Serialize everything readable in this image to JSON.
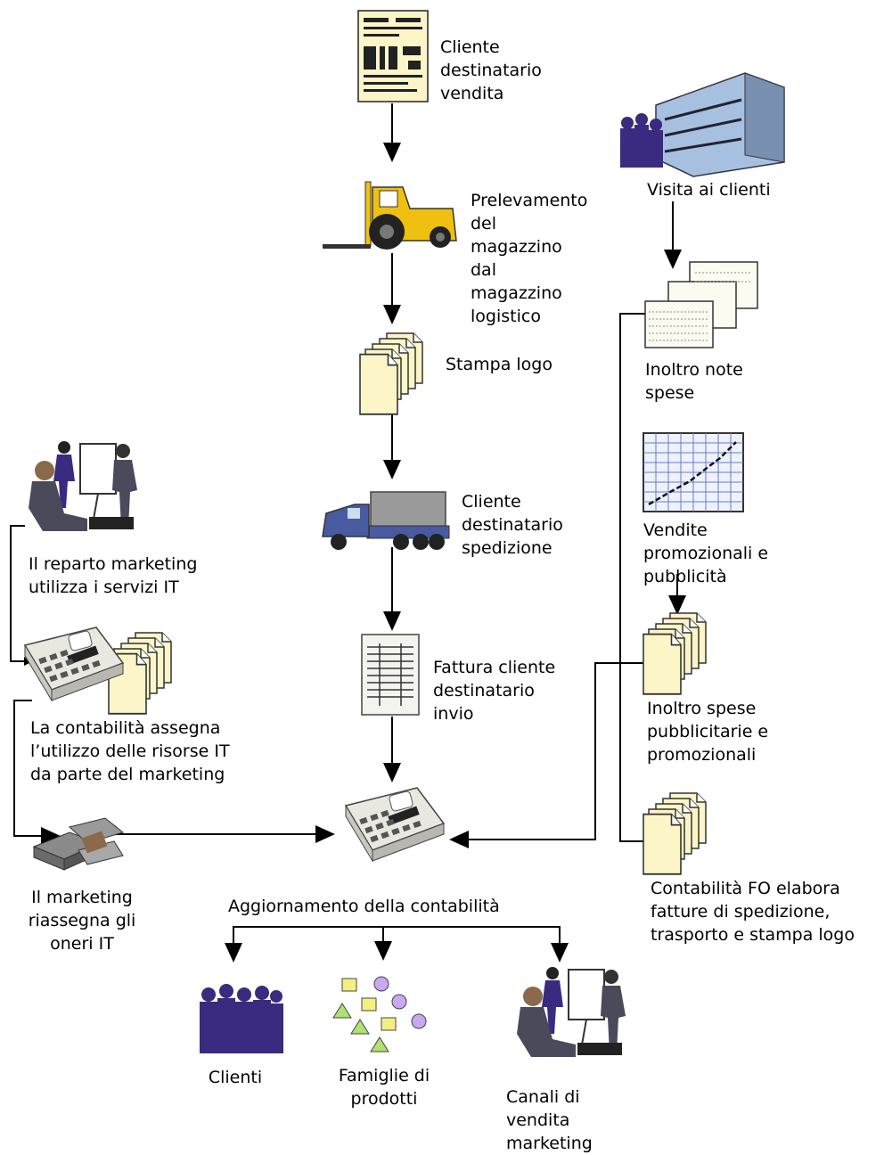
{
  "nodes": {
    "sales_order": {
      "label": "Cliente\ndestinatario\nvendita",
      "icon": "order-form-icon"
    },
    "warehouse_pick": {
      "label": "Prelevamento\ndel\nmagazzino\ndal\nmagazzino\nlogistico",
      "icon": "forklift-icon"
    },
    "logo_print": {
      "label": "Stampa logo",
      "icon": "document-stack-icon"
    },
    "shipment": {
      "label": "Cliente\ndestinatario\nspedizione",
      "icon": "truck-icon"
    },
    "invoice": {
      "label": "Fattura cliente\ndestinatario\ninvio",
      "icon": "invoice-icon"
    },
    "customer_visit": {
      "label": "Visita ai clienti",
      "icon": "office-building-icon"
    },
    "expense_notes": {
      "label": "Inoltro note\nspese",
      "icon": "expense-forms-icon"
    },
    "promo_sales": {
      "label": "Vendite\npromozionali e\npubblicità",
      "icon": "trend-chart-icon"
    },
    "promo_expenses": {
      "label": "Inoltro spese\npubblicitarie e\npromozionali",
      "icon": "document-stack-icon"
    },
    "fo_accounting": {
      "label": "Contabilità FO elabora\nfatture di spedizione,\ntrasporto e stampa logo",
      "icon": "document-stack-icon"
    },
    "marketing_it": {
      "label": "Il reparto marketing\nutilizza i servizi IT",
      "icon": "presentation-meeting-icon"
    },
    "accounting_assign": {
      "label": "La contabilità assegna\nl’utilizzo delle risorse IT\nda parte del marketing",
      "icon": "adding-machine-icon"
    },
    "marketing_reassign": {
      "label": "Il marketing\nriassegna gli\noneri IT",
      "icon": "money-stack-icon"
    },
    "accounting_update": {
      "label": "Aggiornamento della contabilità",
      "icon": "adding-machine-icon"
    },
    "customers": {
      "label": "Clienti",
      "icon": "people-group-icon"
    },
    "product_families": {
      "label": "Famiglie di\nprodotti",
      "icon": "shapes-icon"
    },
    "marketing_channels": {
      "label": "Canali di\nvendita\nmarketing",
      "icon": "presentation-meeting-icon"
    }
  },
  "colors": {
    "paper": "#fbf5c8",
    "truck_blue": "#4a5aa0",
    "forklift_yellow": "#f0c010",
    "people_purple": "#3a2a80",
    "building_blue": "#a8c0e0",
    "chart_grid": "#6a7ac8"
  }
}
